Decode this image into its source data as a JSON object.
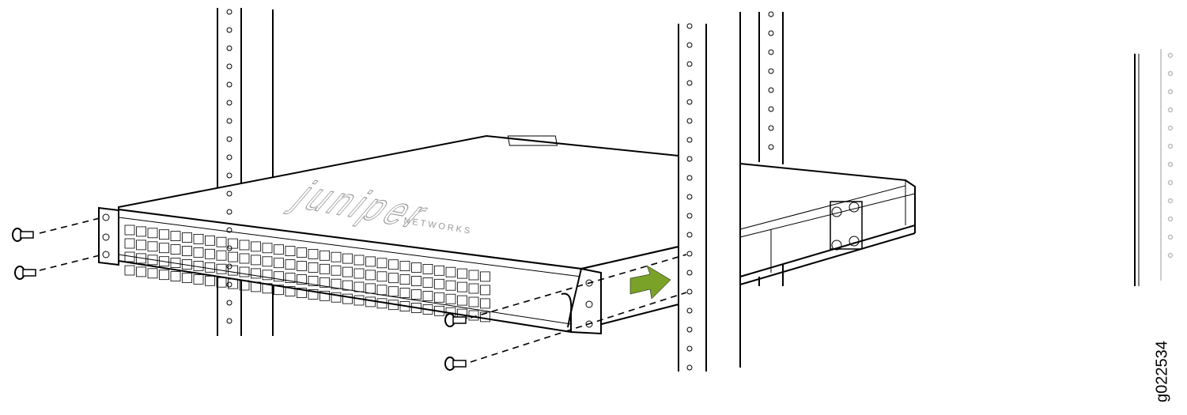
{
  "figure": {
    "id_label": "g022534",
    "logo_text": "JUNIPER",
    "logo_subtext": "NETWORKS",
    "arrow_color": "#7aa228"
  }
}
